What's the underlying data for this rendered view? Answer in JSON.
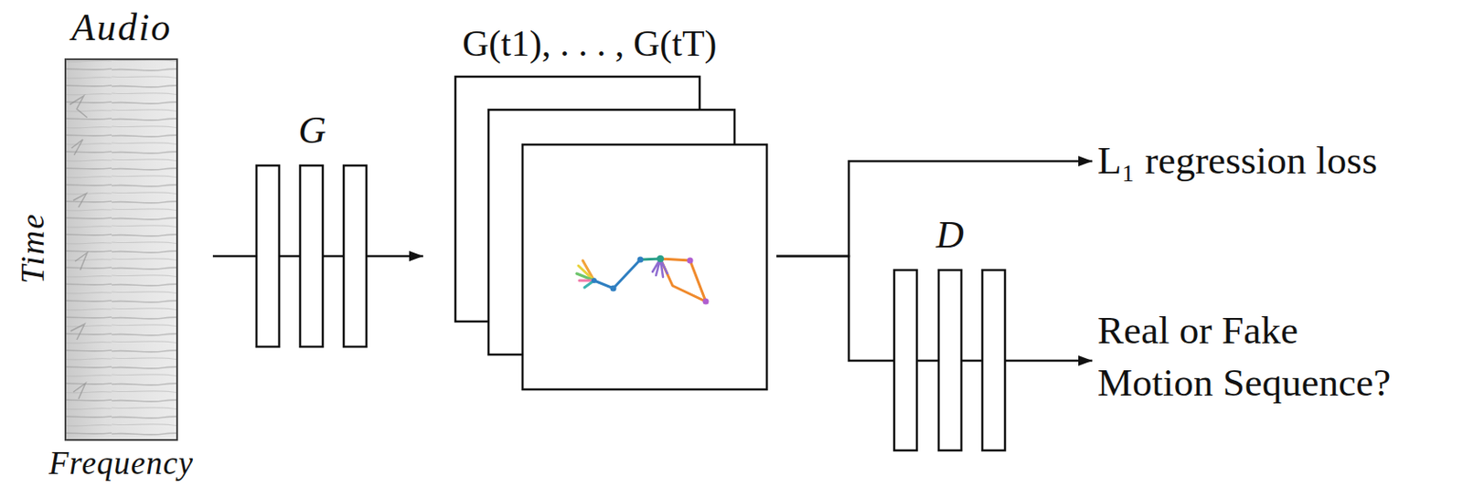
{
  "diagram": {
    "nodes": [
      {
        "text": [
          "Audio",
          "Time",
          "Frequency"
        ]
      },
      {
        "text": [
          "G"
        ]
      },
      {
        "text": [
          "G(t1), . . . , G(tT)"
        ]
      },
      {
        "text": [
          "L₁ regression loss"
        ]
      },
      {
        "text": [
          "D"
        ]
      },
      {
        "text": [
          "Real or Fake Motion Sequence?"
        ]
      }
    ],
    "edges": [
      {
        "from": 0,
        "to": 1,
        "arrow": "none"
      },
      {
        "from": 1,
        "to": 2,
        "arrow": "to"
      },
      {
        "from": 2,
        "to": 3,
        "arrow": "to"
      },
      {
        "from": 2,
        "to": 4,
        "arrow": "none"
      },
      {
        "from": 4,
        "to": 5,
        "arrow": "to"
      }
    ]
  }
}
